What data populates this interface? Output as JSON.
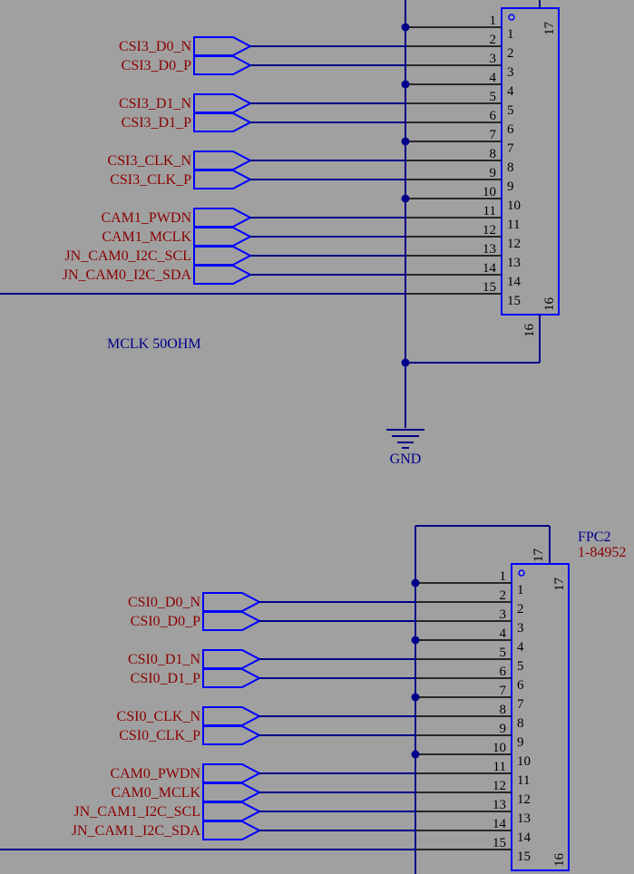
{
  "colors": {
    "background": "#a0a0a0",
    "wire": "#00008b",
    "component": "#0000ff",
    "net_label": "#8b0000",
    "pin_number": "#000000"
  },
  "connector_top": {
    "pin_numbers": [
      "1",
      "2",
      "3",
      "4",
      "5",
      "6",
      "7",
      "8",
      "9",
      "10",
      "11",
      "12",
      "13",
      "14",
      "15",
      "16",
      "17"
    ],
    "nets": [
      "CSI3_D0_N",
      "CSI3_D0_P",
      "CSI3_D1_N",
      "CSI3_D1_P",
      "CSI3_CLK_N",
      "CSI3_CLK_P",
      "CAM1_PWDN",
      "CAM1_MCLK",
      "JN_CAM0_I2C_SCL",
      "JN_CAM0_I2C_SDA"
    ],
    "note": "MCLK 50OHM",
    "gnd_label": "GND"
  },
  "connector_bottom": {
    "ref": "FPC2",
    "part": "1-84952",
    "pin_numbers": [
      "1",
      "2",
      "3",
      "4",
      "5",
      "6",
      "7",
      "8",
      "9",
      "10",
      "11",
      "12",
      "13",
      "14",
      "15",
      "16",
      "17"
    ],
    "nets": [
      "CSI0_D0_N",
      "CSI0_D0_P",
      "CSI0_D1_N",
      "CSI0_D1_P",
      "CSI0_CLK_N",
      "CSI0_CLK_P",
      "CAM0_PWDN",
      "CAM0_MCLK",
      "JN_CAM1_I2C_SCL",
      "JN_CAM1_I2C_SDA"
    ]
  }
}
